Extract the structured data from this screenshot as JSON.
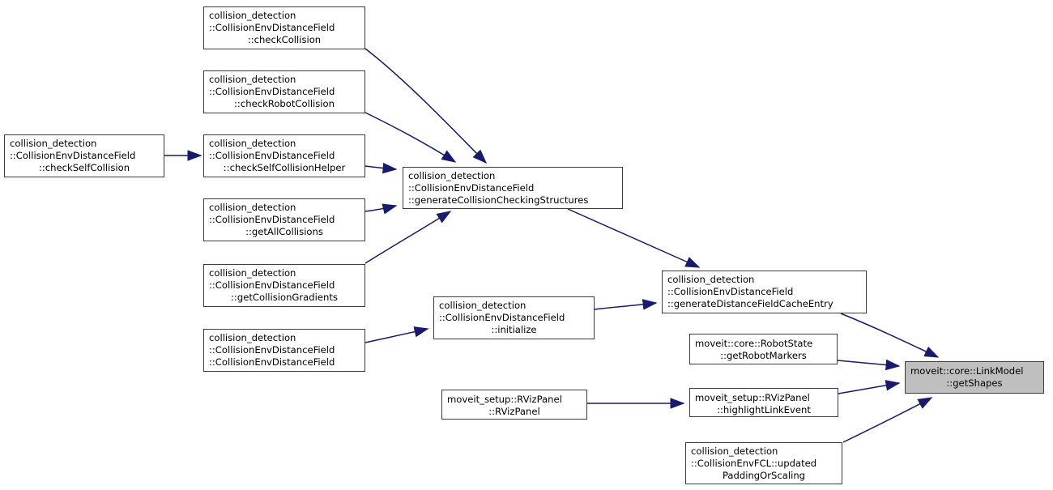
{
  "diagram": {
    "kind": "call-graph",
    "colors": {
      "background": "#ffffff",
      "edge": "#191970",
      "node_border": "#3c3c3c",
      "node_fill": "#ffffff",
      "highlighted_node_fill": "#bfbfbf"
    },
    "nodes": {
      "check_collision": {
        "lines": [
          "collision_detection",
          "::CollisionEnvDistanceField",
          "::checkCollision"
        ]
      },
      "check_robot_collision": {
        "lines": [
          "collision_detection",
          "::CollisionEnvDistanceField",
          "::checkRobotCollision"
        ]
      },
      "check_self_collision": {
        "lines": [
          "collision_detection",
          "::CollisionEnvDistanceField",
          "::checkSelfCollision"
        ]
      },
      "check_self_collision_helper": {
        "lines": [
          "collision_detection",
          "::CollisionEnvDistanceField",
          "::checkSelfCollisionHelper"
        ]
      },
      "get_all_collisions": {
        "lines": [
          "collision_detection",
          "::CollisionEnvDistanceField",
          "::getAllCollisions"
        ]
      },
      "get_collision_gradients": {
        "lines": [
          "collision_detection",
          "::CollisionEnvDistanceField",
          "::getCollisionGradients"
        ]
      },
      "collision_env_distance_field_ctor": {
        "lines": [
          "collision_detection",
          "::CollisionEnvDistanceField",
          "::CollisionEnvDistanceField"
        ]
      },
      "generate_collision_checking_structures": {
        "lines": [
          "collision_detection",
          "::CollisionEnvDistanceField",
          "::generateCollisionCheckingStructures"
        ]
      },
      "initialize": {
        "lines": [
          "collision_detection",
          "::CollisionEnvDistanceField",
          "::initialize"
        ]
      },
      "generate_distance_field_cache_entry": {
        "lines": [
          "collision_detection",
          "::CollisionEnvDistanceField",
          "::generateDistanceFieldCacheEntry"
        ]
      },
      "get_robot_markers": {
        "lines": [
          "moveit::core::RobotState",
          "::getRobotMarkers"
        ]
      },
      "rviz_panel": {
        "lines": [
          "moveit_setup::RVizPanel",
          "::RVizPanel"
        ]
      },
      "highlight_link_event": {
        "lines": [
          "moveit_setup::RVizPanel",
          "::highlightLinkEvent"
        ]
      },
      "updated_padding_or_scaling": {
        "lines": [
          "collision_detection",
          "::CollisionEnvFCL::updated",
          "PaddingOrScaling"
        ]
      },
      "get_shapes": {
        "lines": [
          "moveit::core::LinkModel",
          "::getShapes"
        ]
      }
    },
    "edges": [
      {
        "from": "check_collision",
        "to": "generate_collision_checking_structures"
      },
      {
        "from": "check_robot_collision",
        "to": "generate_collision_checking_structures"
      },
      {
        "from": "check_self_collision",
        "to": "check_self_collision_helper"
      },
      {
        "from": "check_self_collision_helper",
        "to": "generate_collision_checking_structures"
      },
      {
        "from": "get_all_collisions",
        "to": "generate_collision_checking_structures"
      },
      {
        "from": "get_collision_gradients",
        "to": "generate_collision_checking_structures"
      },
      {
        "from": "generate_collision_checking_structures",
        "to": "generate_distance_field_cache_entry"
      },
      {
        "from": "collision_env_distance_field_ctor",
        "to": "initialize"
      },
      {
        "from": "initialize",
        "to": "generate_distance_field_cache_entry"
      },
      {
        "from": "generate_distance_field_cache_entry",
        "to": "get_shapes"
      },
      {
        "from": "get_robot_markers",
        "to": "get_shapes"
      },
      {
        "from": "rviz_panel",
        "to": "highlight_link_event"
      },
      {
        "from": "highlight_link_event",
        "to": "get_shapes"
      },
      {
        "from": "updated_padding_or_scaling",
        "to": "get_shapes"
      }
    ]
  }
}
